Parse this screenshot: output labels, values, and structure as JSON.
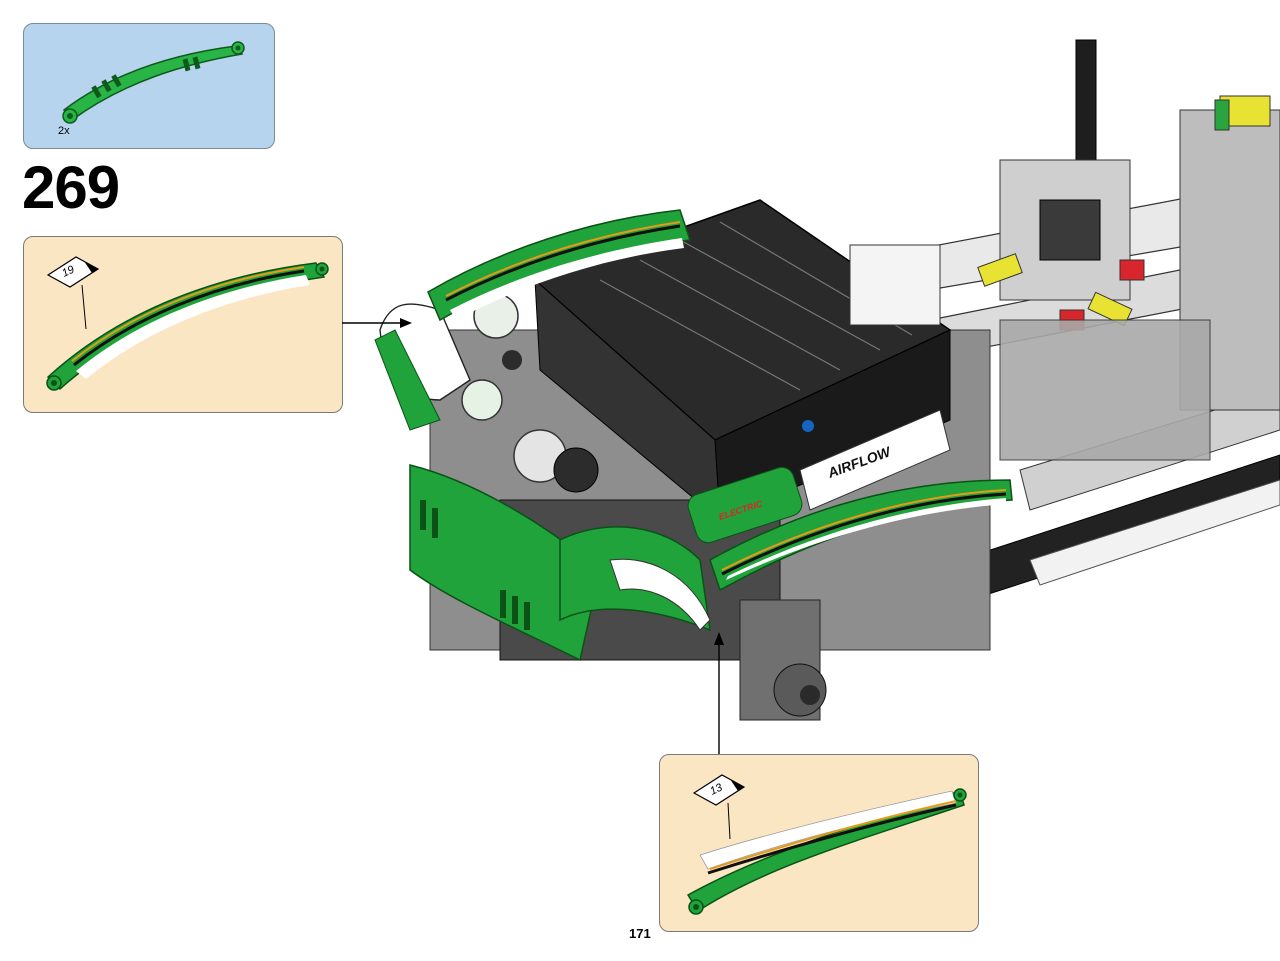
{
  "parts_list": {
    "quantity": "2x"
  },
  "step": {
    "number": "269"
  },
  "callouts": [
    {
      "sticker_number": "19"
    },
    {
      "sticker_number": "13"
    }
  ],
  "model": {
    "sticker_text_1": "AIRFLOW",
    "sticker_text_2": "ELECTRIC"
  },
  "page": {
    "number": "171"
  },
  "colors": {
    "part_green": "#1fa33a",
    "stripe_orange": "#e59a1a",
    "parts_bg": "#b7d4ee",
    "callout_bg": "#fbe6c3"
  }
}
